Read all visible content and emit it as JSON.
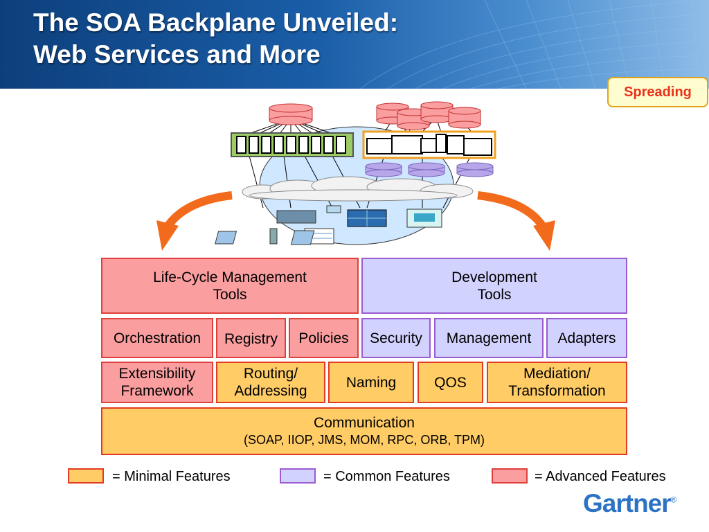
{
  "title": {
    "line1": "The SOA Backplane Unveiled:",
    "line2": "Web Services and More"
  },
  "badge": "Spreading",
  "layers": {
    "row1": [
      {
        "line1": "Life-Cycle Management",
        "line2": "Tools",
        "level": "advanced"
      },
      {
        "line1": "Development",
        "line2": "Tools",
        "level": "common"
      }
    ],
    "row2": [
      {
        "label": "Orchestration",
        "level": "advanced"
      },
      {
        "label": "Registry",
        "level": "advanced"
      },
      {
        "label": "Policies",
        "level": "advanced"
      },
      {
        "label": "Security",
        "level": "common"
      },
      {
        "label": "Management",
        "level": "common"
      },
      {
        "label": "Adapters",
        "level": "common"
      }
    ],
    "row3": [
      {
        "line1": "Extensibility",
        "line2": "Framework",
        "level": "advanced"
      },
      {
        "line1": "Routing/",
        "line2": "Addressing",
        "level": "minimal"
      },
      {
        "label": "Naming",
        "level": "minimal"
      },
      {
        "label": "QOS",
        "level": "minimal"
      },
      {
        "line1": "Mediation/",
        "line2": "Transformation",
        "level": "minimal"
      }
    ],
    "row4": {
      "line1": "Communication",
      "line2": "(SOAP, IIOP, JMS, MOM, RPC, ORB, TPM)",
      "level": "minimal"
    }
  },
  "legend": [
    {
      "label": "= Minimal Features",
      "level": "minimal"
    },
    {
      "label": "= Common Features",
      "level": "common"
    },
    {
      "label": "= Advanced Features",
      "level": "advanced"
    }
  ],
  "colors": {
    "advanced_fill": "#fa9ea0",
    "common_fill": "#d2d2ff",
    "minimal_fill": "#ffcc66",
    "arrow": "#f26a1b",
    "header_blue": "#1a5ea8"
  },
  "icons": [
    "database-icon",
    "server-rack-icon",
    "cloud-icon",
    "workstation-icon",
    "orange-curved-arrow-icon"
  ],
  "logo": "Gartner"
}
